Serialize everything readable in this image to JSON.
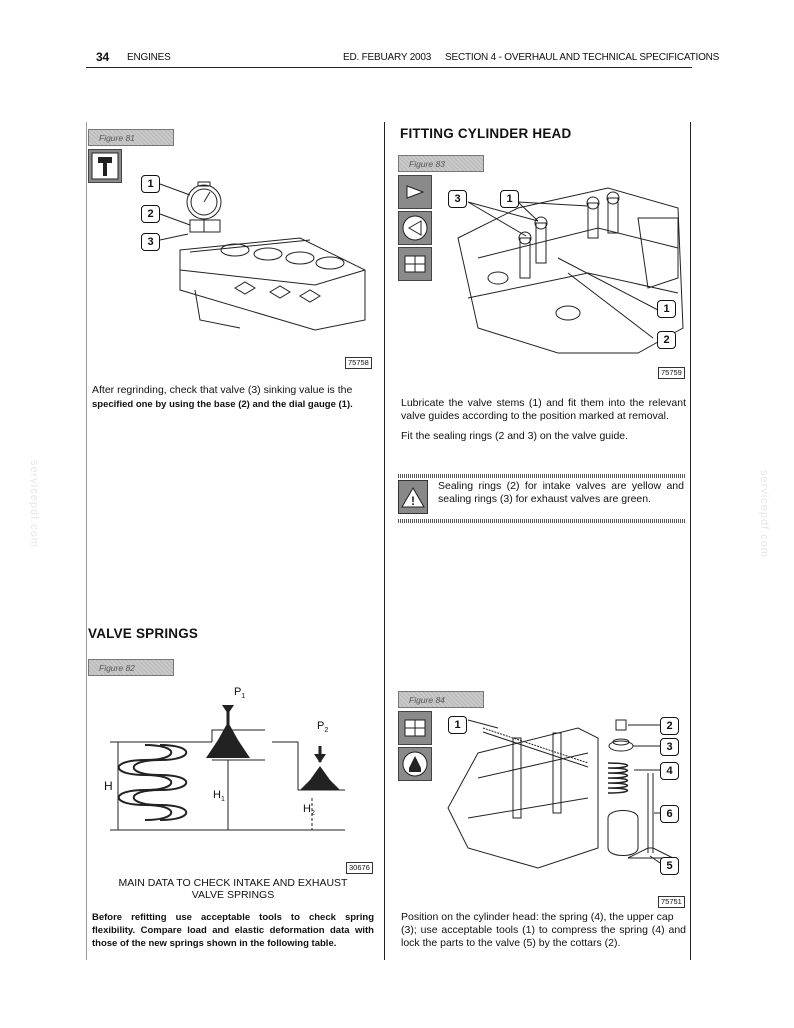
{
  "header": {
    "page_number": "34",
    "section_left": "ENGINES",
    "edition": "ED. FEBUARY 2003",
    "section_right": "SECTION 4 - OVERHAUL AND TECHNICAL SPECIFICATIONS"
  },
  "left": {
    "figure81": {
      "tab": "Figure 81",
      "ref": "75758",
      "callouts": [
        "1",
        "2",
        "3"
      ]
    },
    "para1_a": "After regrinding, check that valve (3) sinking value is the",
    "para1_b": "specified one by using the base (2) and the dial gauge (1).",
    "valve_springs_heading": "VALVE SPRINGS",
    "figure82": {
      "tab": "Figure 82",
      "ref": "30676",
      "labels": {
        "p1": "P",
        "p1_sub": "1",
        "p2": "P",
        "p2_sub": "2",
        "h": "H",
        "h1": "H",
        "h1_sub": "1",
        "h2": "H",
        "h2_sub": "2"
      }
    },
    "caption_line1": "MAIN DATA TO CHECK INTAKE AND EXHAUST",
    "caption_line2": "VALVE SPRINGS",
    "para2": "Before refitting use acceptable tools to check spring flexibility. Compare load and elastic deformation data with those of the new springs shown in the following table."
  },
  "right": {
    "heading": "FITTING CYLINDER HEAD",
    "figure83": {
      "tab": "Figure 83",
      "ref": "75759",
      "callouts": [
        "3",
        "1",
        "1",
        "2"
      ]
    },
    "para1": "Lubricate the valve stems (1) and fit them into the relevant valve guides according to the position marked at removal.",
    "para2": "Fit the sealing rings (2 and 3) on the valve guide.",
    "warning": "Sealing rings (2) for intake valves are yellow and sealing rings (3) for exhaust valves are green.",
    "figure84": {
      "tab": "Figure 84",
      "ref": "75751",
      "callouts": [
        "1",
        "2",
        "3",
        "4",
        "6",
        "5"
      ]
    },
    "para3_a": "Position on the cylinder head: the spring (4), the upper cap",
    "para3_b": "(3); use acceptable tools (1) to compress the spring (4) and lock the parts to the valve (5) by the cottars (2)."
  },
  "watermark": "servicepdf.com"
}
